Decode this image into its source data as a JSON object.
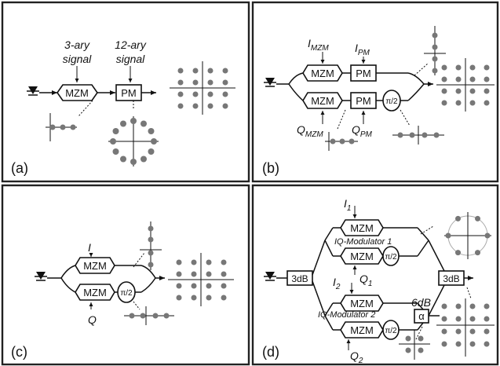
{
  "panels": {
    "a": {
      "label": "(a)",
      "mzm": "MZM",
      "pm": "PM",
      "signal3_l1": "3-ary",
      "signal3_l2": "signal",
      "signal12_l1": "12-ary",
      "signal12_l2": "signal"
    },
    "b": {
      "label": "(b)",
      "mzm_top": "MZM",
      "pm_top": "PM",
      "mzm_bot": "MZM",
      "pm_bot": "PM",
      "i_mzm_main": "I",
      "i_mzm_sub": "MZM",
      "i_pm_main": "I",
      "i_pm_sub": "PM",
      "q_mzm_main": "Q",
      "q_mzm_sub": "MZM",
      "q_pm_main": "Q",
      "q_pm_sub": "PM",
      "phase": "π/2"
    },
    "c": {
      "label": "(c)",
      "mzm_top": "MZM",
      "mzm_bot": "MZM",
      "i_label": "I",
      "q_label": "Q",
      "phase": "π/2"
    },
    "d": {
      "label": "(d)",
      "coupler_in": "3dB",
      "coupler_out": "3dB",
      "mzm1": "MZM",
      "mzm2": "MZM",
      "mzm3": "MZM",
      "mzm4": "MZM",
      "iq1": "IQ-Modulator 1",
      "iq2": "IQ-Modulator 2",
      "i1_main": "I",
      "i1_sub": "1",
      "q1_main": "Q",
      "q1_sub": "1",
      "i2_main": "I",
      "i2_sub": "2",
      "q2_main": "Q",
      "q2_sub": "2",
      "phase1": "π/2",
      "phase2": "π/2",
      "atten_label": "6dB",
      "alpha": "α"
    }
  }
}
